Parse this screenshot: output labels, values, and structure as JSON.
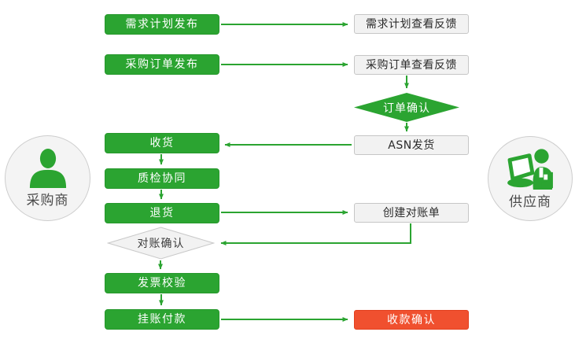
{
  "colors": {
    "green": "#2BA431",
    "red": "#F0502F",
    "gray_fill": "#F2F2F2",
    "gray_border": "#C6C6C6"
  },
  "actors": {
    "buyer": {
      "label": "采购商",
      "icon": "person-silhouette-icon"
    },
    "supplier": {
      "label": "供应商",
      "icon": "person-at-laptop-icon"
    }
  },
  "nodes": {
    "demand_plan_publish": {
      "label": "需求计划发布",
      "type": "process",
      "actor": "buyer"
    },
    "demand_plan_feedback": {
      "label": "需求计划查看反馈",
      "type": "process",
      "actor": "supplier"
    },
    "purchase_order_publish": {
      "label": "采购订单发布",
      "type": "process",
      "actor": "buyer"
    },
    "purchase_order_feedback": {
      "label": "采购订单查看反馈",
      "type": "process",
      "actor": "supplier"
    },
    "order_confirm": {
      "label": "订单确认",
      "type": "decision",
      "actor": "supplier"
    },
    "asn_ship": {
      "label": "ASN发货",
      "type": "process",
      "actor": "supplier"
    },
    "receive_goods": {
      "label": "收货",
      "type": "process",
      "actor": "buyer"
    },
    "quality_check": {
      "label": "质检协同",
      "type": "process",
      "actor": "buyer"
    },
    "return_goods": {
      "label": "退货",
      "type": "process",
      "actor": "buyer"
    },
    "create_statement": {
      "label": "创建对账单",
      "type": "process",
      "actor": "supplier"
    },
    "reconcile_confirm": {
      "label": "对账确认",
      "type": "decision",
      "actor": "buyer"
    },
    "invoice_check": {
      "label": "发票校验",
      "type": "process",
      "actor": "buyer"
    },
    "pending_payment": {
      "label": "挂账付款",
      "type": "process",
      "actor": "buyer"
    },
    "receipt_confirm": {
      "label": "收款确认",
      "type": "process-highlight",
      "actor": "supplier"
    }
  }
}
